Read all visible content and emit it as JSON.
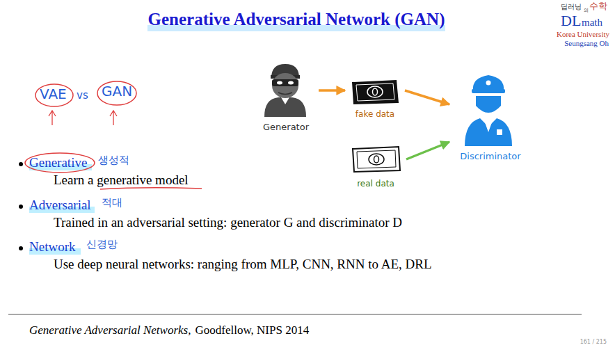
{
  "diagram": {
    "title": "Generative Adversarial Network (GAN)",
    "nodes": [
      {
        "text": [
          "Generator"
        ]
      },
      {
        "text": [
          "fake data"
        ]
      },
      {
        "text": [
          "real data"
        ]
      },
      {
        "text": [
          "Discriminator"
        ]
      }
    ],
    "edges": [
      {
        "from": 0,
        "to": 1,
        "arrow": "to"
      },
      {
        "from": 1,
        "to": 3,
        "arrow": "to"
      },
      {
        "from": 2,
        "to": 3,
        "arrow": "to"
      }
    ],
    "labels": [
      "VAE",
      "vs",
      "GAN",
      "딥러닝",
      "의",
      "수학",
      "DL",
      "math",
      "Korea University",
      "Seungsang Oh",
      "Generative",
      "생성적",
      "Learn a generative model",
      "Adversarial",
      "적대",
      "Trained in an adversarial setting: generator G and discriminator D",
      "Network",
      "신경망",
      "Use deep neural networks: ranging from MLP, CNN, RNN to AE, DRL",
      "Generative Adversarial Networks,",
      "Goodfellow, NIPS 2014",
      "161 / 215"
    ]
  }
}
